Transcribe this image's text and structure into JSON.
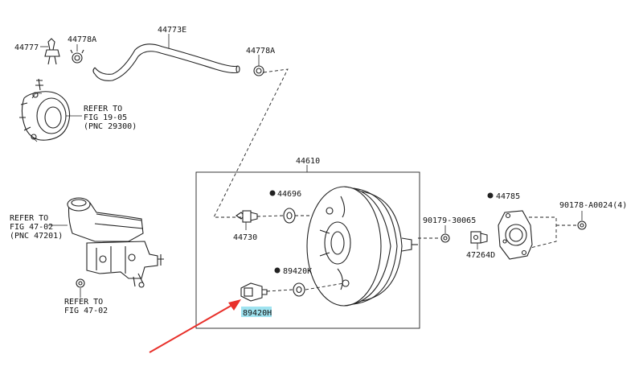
{
  "labels": {
    "p44777": "44777",
    "p44778a_top": "44778A",
    "p44773e": "44773E",
    "p44778a_right": "44778A",
    "p44610": "44610",
    "p44696": "44696",
    "p44730": "44730",
    "p89420k": "89420K",
    "p89420h": "89420H",
    "p90179": "90179-30065",
    "p47264d": "47264D",
    "p44785": "44785",
    "p90178": "90178-A0024(4)"
  },
  "refs": {
    "vacuum_pump": [
      "REFER TO",
      "FIG 19-05",
      "(PNC 29300)"
    ],
    "master_cyl": [
      "REFER TO",
      "FIG 47-02",
      "(PNC 47201)"
    ],
    "nut": [
      "REFER TO",
      "FIG 47-02"
    ]
  },
  "colors": {
    "highlight": "#9fe3f0",
    "arrow": "#e8302a",
    "line": "#222222"
  }
}
